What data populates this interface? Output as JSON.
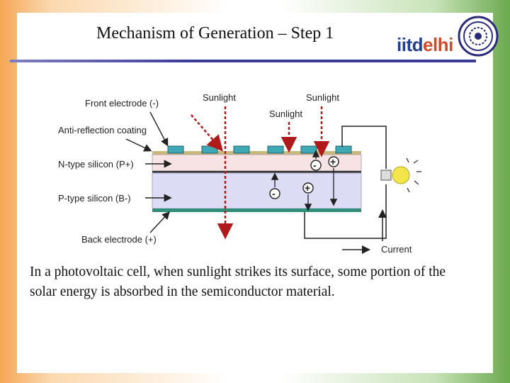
{
  "slide": {
    "title": "Mechanism of Generation – Step 1",
    "logo": {
      "text_a": "iitd",
      "text_b": "elhi",
      "accent": "#d24b27",
      "primary": "#1f3f8f"
    },
    "caption": "In a photovoltaic cell, when sunlight strikes its surface, some portion of the solar energy is absorbed in the semiconductor material."
  },
  "diagram": {
    "labels": {
      "front_electrode": "Front electrode (-)",
      "anti_reflection": "Anti-reflection coating",
      "n_type": "N-type silicon (P+)",
      "p_type": "P-type silicon (B-)",
      "back_electrode": "Back electrode (+)",
      "current": "Current"
    },
    "sunlight_labels": [
      "Sunlight",
      "Sunlight",
      "Sunlight"
    ],
    "charges": {
      "negative": "-",
      "positive": "+"
    },
    "colors": {
      "n_layer": "#f7e3e3",
      "p_layer": "#dcdcf4",
      "electrode": "#3fa8b5",
      "ray": "#b01a1a",
      "coating": "#c8b87a"
    }
  }
}
